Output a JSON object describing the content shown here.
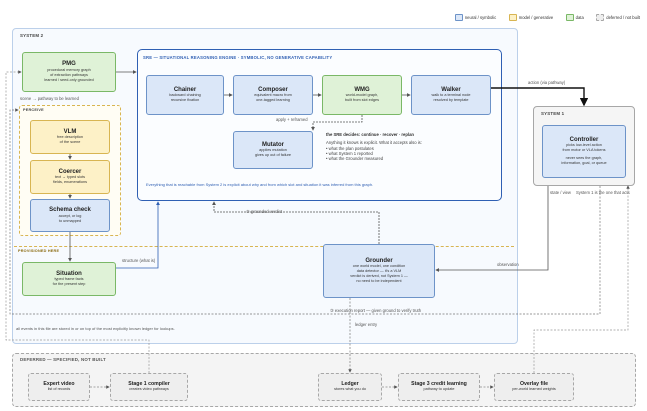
{
  "legend": {
    "items": [
      {
        "label": "neural / symbolic",
        "color": "#dbe7f8",
        "border": "#6d93c8"
      },
      {
        "label": "model / generative",
        "color": "#fdf1c7",
        "border": "#d8b552"
      },
      {
        "label": "data",
        "color": "#dff2d7",
        "border": "#7ab867"
      },
      {
        "label": "deferred / not built",
        "color": "#eeeeee",
        "border": "#a7a7a7"
      }
    ]
  },
  "system2": {
    "label": "SYSTEM 2",
    "engine_label": "SRE — SITUATIONAL REASONING ENGINE · SYMBOLIC, NO GENERATIVE CAPABILITY",
    "pmg": {
      "title": "PMG",
      "lines": [
        "procedural memory graph",
        "of extraction pathways",
        "learned / seed-only grounded"
      ]
    },
    "perceive": {
      "label": "PERCEIVE",
      "vlm": {
        "title": "VLM",
        "lines": [
          "free description",
          "of the scene"
        ]
      },
      "coercer": {
        "title": "Coercer",
        "lines": [
          "text → typed slots",
          "fields, enumerations"
        ]
      },
      "schema": {
        "title": "Schema check",
        "lines": [
          "accept, or log",
          "to unmapped"
        ]
      }
    },
    "chainer": {
      "title": "Chainer",
      "lines": [
        "backward chaining",
        "recursive fixation"
      ]
    },
    "composer": {
      "title": "Composer",
      "lines": [
        "equivalent macro from",
        "one-tagged learning"
      ]
    },
    "wmg": {
      "title": "WMG",
      "lines": [
        "world-model graph,",
        "built from slot edges"
      ]
    },
    "walker": {
      "title": "Walker",
      "lines": [
        "walk to a terminal node",
        "resolved by template"
      ]
    },
    "mutator": {
      "title": "Mutator",
      "lines": [
        "applies mutation",
        "gives up out of failure"
      ]
    },
    "mutator_arrow_label": "apply + reframed",
    "sre_desc": {
      "heading": "the SRE decides: continue · recover · replan",
      "intro": "Anything it knows is explicit. What it accepts also is:",
      "bullets": [
        "what the plan postulates",
        "what System 1 reported",
        "what the Grounder measured"
      ]
    },
    "footer_note": "Everything that is reachable from System 2 is explicit about why and from which slot and situation it was inferred from this graph.",
    "provisioned_label": "PROVISIONED HERE",
    "situation": {
      "title": "Situation",
      "lines": [
        "typed frame facts",
        "for the present step"
      ]
    },
    "situation_arrow_label": "structure (what is)",
    "edge_to_pmg_label": "scene → pathway to be learned",
    "grounded_verdict": "grounded verdict"
  },
  "arrows": {
    "action_label": "action (via pathway)",
    "observation": "observation",
    "execution_report": "execution report — given ground to verify truth",
    "ledger_entry": "ledger entry",
    "bottom_note": "all events in this file are stored in or on top of the most explicitly known ledger for lookups."
  },
  "system1": {
    "label": "SYSTEM 1",
    "controller": {
      "title": "Controller",
      "lines": [
        "picks low-level action",
        "from motor or VLA tokens",
        "",
        "never sees the graph,",
        "information, goal, or queue"
      ]
    },
    "left_label": "state / view",
    "right_label": "System 1 is the one that acts"
  },
  "grounder": {
    "title": "Grounder",
    "lines": [
      "one world model, one condition",
      "data detector — it's a VLM",
      "",
      "verdict is derived, not System 1 —",
      "no need to be independent"
    ]
  },
  "deferred": {
    "label": "DEFERRED — SPECIFIED, NOT BUILT",
    "expert_video": {
      "title": "Expert video",
      "lines": [
        "list of records"
      ]
    },
    "stage1": {
      "title": "Stage 1 compiler",
      "lines": [
        "creates video pathways"
      ]
    },
    "ledger": {
      "title": "Ledger",
      "lines": [
        "stores what you do"
      ]
    },
    "stage3": {
      "title": "Stage 3 credit learning",
      "lines": [
        "pathway to update"
      ]
    },
    "overlay": {
      "title": "Overlay file",
      "lines": [
        "per-world learned weights"
      ]
    }
  }
}
